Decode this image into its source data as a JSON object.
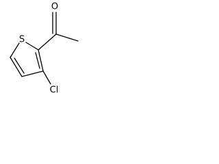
{
  "molecule": {
    "atoms": {
      "sulfur": "S",
      "oxygen": "O",
      "chlorine": "Cl"
    }
  }
}
